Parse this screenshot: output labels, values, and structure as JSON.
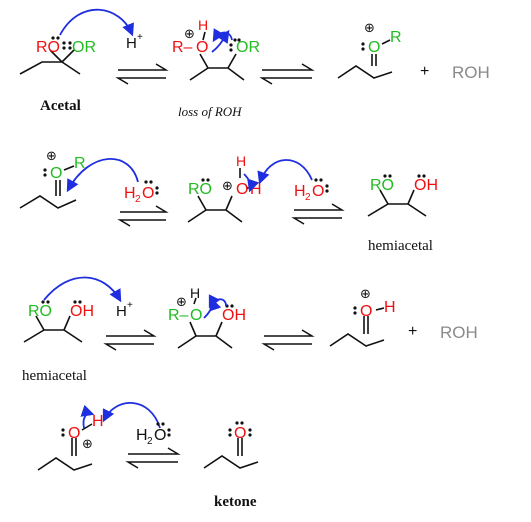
{
  "colors": {
    "bond": "#111111",
    "oxygen_red": "#ee1111",
    "oxygen_green": "#22bb22",
    "arrow_blue": "#1f2fe0",
    "leaving_gray": "#8a8a8a",
    "text": "#111111"
  },
  "labels": {
    "acetal": "Acetal",
    "loss_of_roh": "loss of ROH",
    "hemiacetal_1": "hemiacetal",
    "hemiacetal_2": "hemiacetal",
    "ketone": "ketone"
  },
  "atoms": {
    "O": "O",
    "H": "H",
    "R": "R",
    "RO": "RO",
    "OR": "OR",
    "OH": "OH",
    "R_dash": "R–",
    "H2": "H",
    "two": "2"
  },
  "reagents": {
    "proton": "H",
    "plus_charge": "+",
    "charge_symbol": "⊕",
    "plus_sign": "+",
    "roh": "ROH"
  }
}
